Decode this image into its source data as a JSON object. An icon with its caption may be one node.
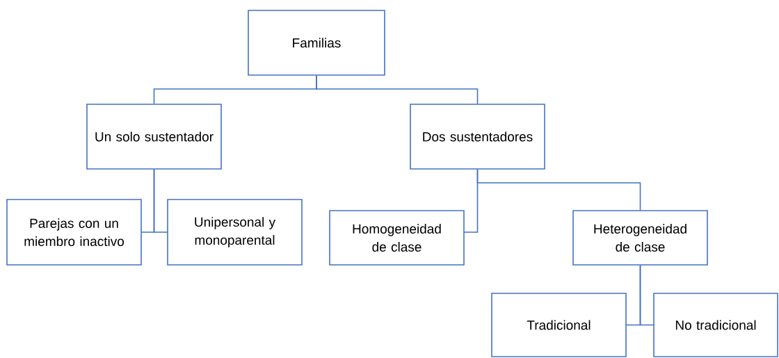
{
  "diagram": {
    "nodes": [
      {
        "text": [
          "Familias"
        ]
      },
      {
        "text": [
          "Un solo sustentador"
        ]
      },
      {
        "text": [
          "Dos sustentadores"
        ]
      },
      {
        "text": [
          "Parejas con un miembro inactivo"
        ]
      },
      {
        "text": [
          "Unipersonal y monoparental"
        ]
      },
      {
        "text": [
          "Homogeneidad de clase"
        ]
      },
      {
        "text": [
          "Heterogeneidad de clase"
        ]
      },
      {
        "text": [
          "Tradicional"
        ]
      },
      {
        "text": [
          "No tradicional"
        ]
      }
    ],
    "edges": [
      {
        "from": 0,
        "to": 1,
        "arrow": "none"
      },
      {
        "from": 0,
        "to": 2,
        "arrow": "none"
      },
      {
        "from": 1,
        "to": 3,
        "arrow": "none"
      },
      {
        "from": 1,
        "to": 4,
        "arrow": "none"
      },
      {
        "from": 2,
        "to": 5,
        "arrow": "none"
      },
      {
        "from": 2,
        "to": 6,
        "arrow": "none"
      },
      {
        "from": 6,
        "to": 7,
        "arrow": "none"
      },
      {
        "from": 6,
        "to": 8,
        "arrow": "none"
      }
    ]
  }
}
